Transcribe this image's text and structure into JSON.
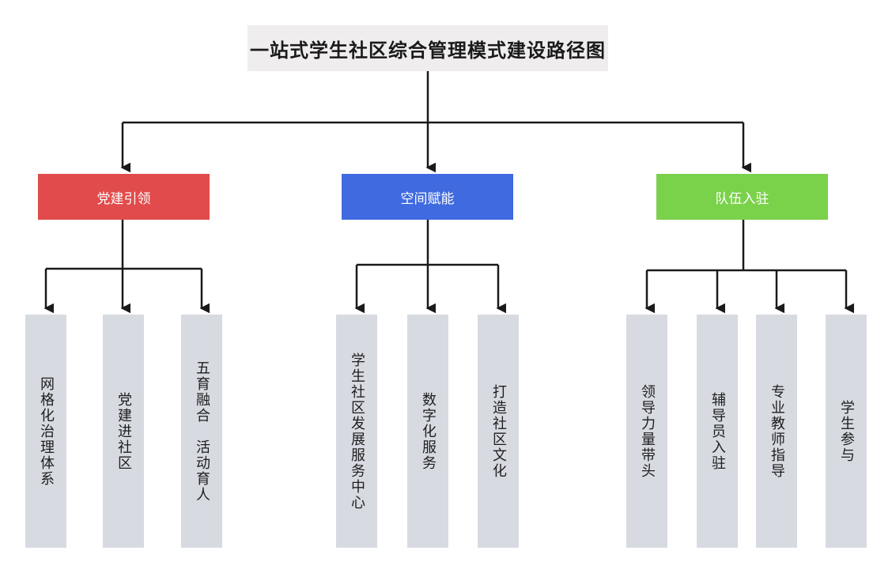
{
  "title": "一站式学生社区综合管理模式建设路径图",
  "categories": [
    {
      "label": "党建引领",
      "color": "#e14b4b",
      "items": [
        "网格化治理体系",
        "党建进社区",
        "五育融合　活动育人"
      ]
    },
    {
      "label": "空间赋能",
      "color": "#3f6ae0",
      "items": [
        "学生社区发展服务中心",
        "数字化服务",
        "打造社区文化"
      ]
    },
    {
      "label": "队伍入驻",
      "color": "#7ad14a",
      "items": [
        "领导力量带头",
        "辅导员入驻",
        "专业教师指导",
        "学生参与"
      ]
    }
  ],
  "colors": {
    "line": "#1a1a1a",
    "leaf_bg": "#d7dae1",
    "title_bg": "#efeded"
  }
}
